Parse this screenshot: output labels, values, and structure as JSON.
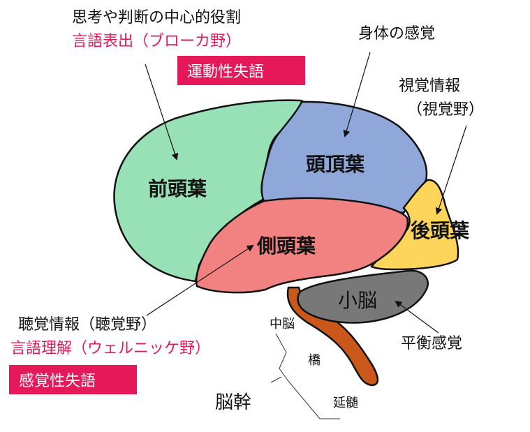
{
  "lobes": {
    "frontal": "前頭葉",
    "parietal": "頭頂葉",
    "temporal": "側頭葉",
    "occipital": "後頭葉",
    "cerebellum": "小脳"
  },
  "brainstem": {
    "midbrain": "中脳",
    "pons": "橋",
    "medulla": "延髄",
    "label": "脳幹"
  },
  "annotations": {
    "frontal_role": "思考や判断の中心的役割",
    "broca": "言語表出（ブローカ野）",
    "motor_aphasia": "運動性失語",
    "somatosensory": "身体の感覚",
    "visual_info": "視覚情報",
    "visual_area": "（視覚野）",
    "auditory_info": "聴覚情報（聴覚野）",
    "wernicke": "言語理解（ウェルニッケ野）",
    "sensory_aphasia": "感覚性失語",
    "balance": "平衡感覚"
  },
  "colors": {
    "frontal": "#98e0b5",
    "parietal": "#8fa8d9",
    "temporal": "#f28282",
    "occipital": "#fdd55a",
    "cerebellum": "#787878",
    "brainstem": "#c9581a",
    "accent_pink": "#e5195a"
  }
}
